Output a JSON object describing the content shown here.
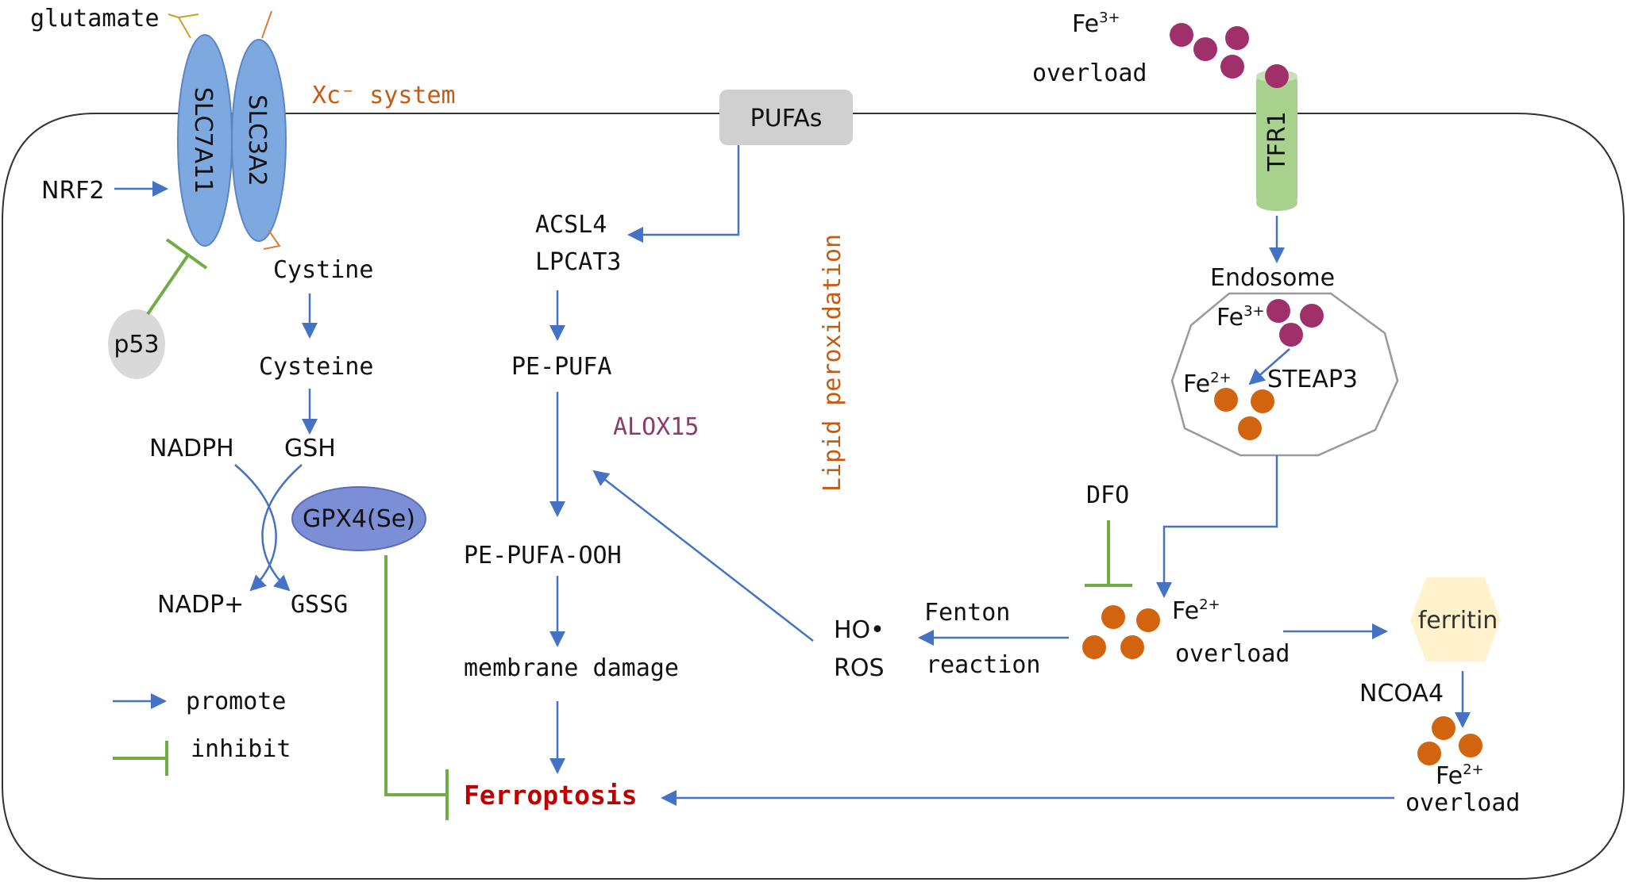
{
  "labels": {
    "glutamate": "glutamate",
    "slc7a11": "SLC7A11",
    "slc3a2": "SLC3A2",
    "xc_system": "Xc⁻ system",
    "nrf2": "NRF2",
    "p53": "p53",
    "cystine": "Cystine",
    "cysteine": "Cysteine",
    "nadph": "NADPH",
    "gsh": "GSH",
    "gpx4": "GPX4(Se)",
    "nadp": "NADP+",
    "gssg": "GSSG",
    "pufas": "PUFAs",
    "acsl4": "ACSL4",
    "lpcat3": "LPCAT3",
    "pe_pufa": "PE-PUFA",
    "alox15": "ALOX15",
    "pe_pufa_ooh": "PE-PUFA-OOH",
    "membrane_damage": "membrane damage",
    "ferroptosis": "Ferroptosis",
    "lipid_peroxidation": "Lipid peroxidation",
    "ho": "HO•",
    "ros": "ROS",
    "fenton": "Fenton",
    "reaction": "reaction",
    "fe3_top": "Fe",
    "fe3_top_sup": "3+",
    "overload_top": "overload",
    "tfr1": "TFR1",
    "endosome": "Endosome",
    "fe3_endo": "Fe",
    "fe3_endo_sup": "3+",
    "fe2_endo": "Fe",
    "fe2_endo_sup": "2+",
    "steap3": "STEAP3",
    "dfo": "DFO",
    "fe2_mid": "Fe",
    "fe2_mid_sup": "2+",
    "overload_mid": "overload",
    "ferritin": "ferritin",
    "ncoa4": "NCOA4",
    "fe2_bot": "Fe",
    "fe2_bot_sup": "2+",
    "overload_bot": "overload"
  },
  "legend": {
    "promote": "promote",
    "inhibit": "inhibit"
  },
  "colors": {
    "promote_arrow": "#4472c4",
    "inhibit_line": "#70ad47",
    "fe3_ion": "#a0306a",
    "fe2_ion": "#d26410",
    "transporter": "#7ea8e0",
    "tfr1": "#a9d18e",
    "ferroptosis_text": "#c00000",
    "lipid_text": "#c55a11",
    "alox15_text": "#8e3b6c",
    "gpx4_fill": "#7c8fd6",
    "ferritin_fill": "#fff2cc",
    "pufas_fill": "#d0d0d0",
    "p53_fill": "#d9d9d9"
  }
}
